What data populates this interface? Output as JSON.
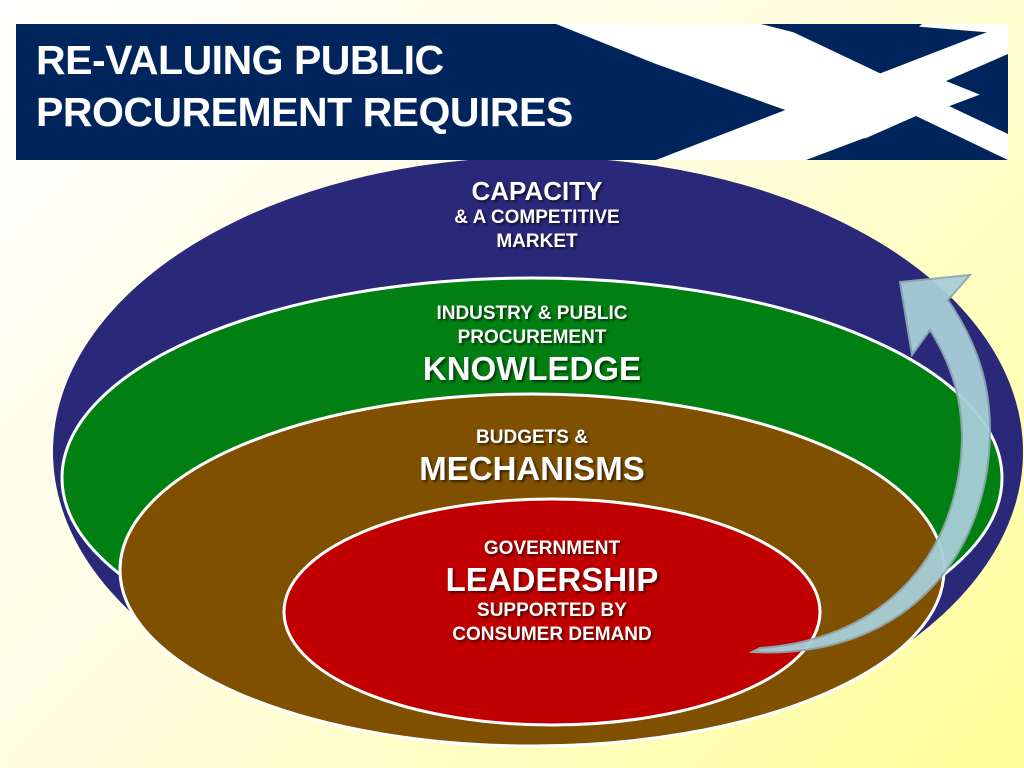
{
  "header": {
    "title_line1": "RE-VALUING PUBLIC",
    "title_line2": "PROCUREMENT REQUIRES",
    "banner_color": "#00255c",
    "saltire_color": "#ffffff"
  },
  "layers": [
    {
      "id": "capacity",
      "color": "#2a2879",
      "lines": [
        "CAPACITY",
        "& A COMPETITIVE",
        "MARKET"
      ]
    },
    {
      "id": "knowledge",
      "color": "#007f12",
      "lines": [
        "INDUSTRY & PUBLIC",
        "PROCUREMENT",
        "KNOWLEDGE"
      ]
    },
    {
      "id": "mechanisms",
      "color": "#7f5000",
      "lines": [
        "BUDGETS &",
        "MECHANISMS"
      ]
    },
    {
      "id": "leadership",
      "color": "#c00000",
      "lines": [
        "GOVERNMENT",
        "LEADERSHIP",
        "SUPPORTED BY",
        "CONSUMER DEMAND"
      ]
    }
  ],
  "arrow": {
    "color": "#a8cfd8",
    "direction": "from-center-outward"
  }
}
